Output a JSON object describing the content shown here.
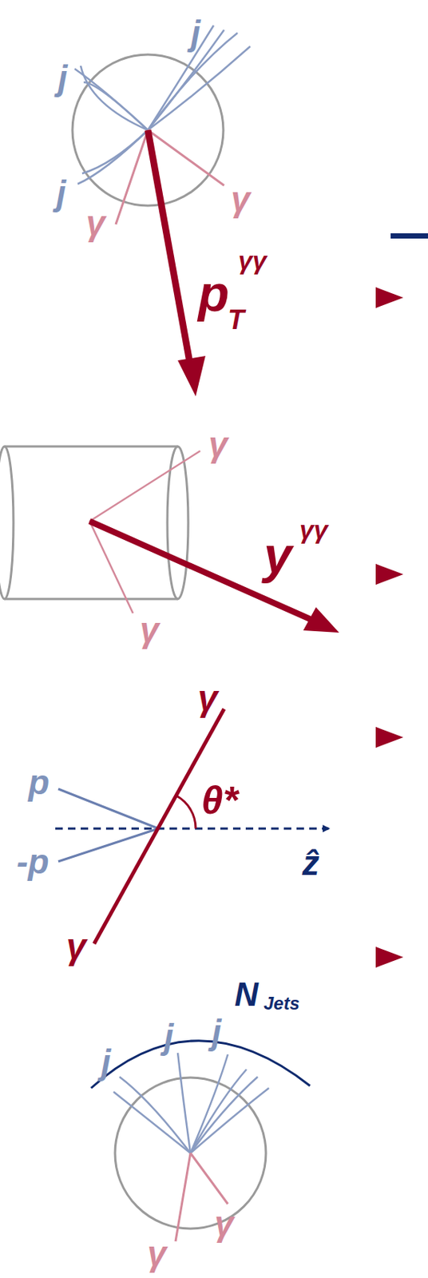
{
  "diagram": {
    "labels": [
      "j",
      "j",
      "j",
      "γ",
      "γ",
      "p",
      "T",
      "γγ",
      "γ",
      "γ",
      "y",
      "γγ",
      "γ",
      "θ*",
      "p",
      "-p",
      "ẑ",
      "γ",
      "N",
      "Jets",
      "j",
      "j",
      "j",
      "γ",
      "γ"
    ]
  }
}
